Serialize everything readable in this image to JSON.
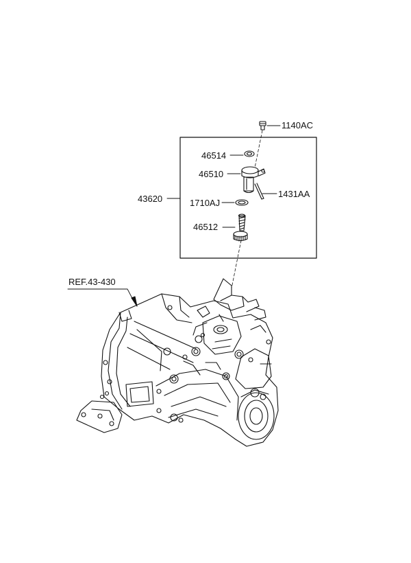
{
  "diagram": {
    "callouts": {
      "c1140AC": "1140AC",
      "c46514": "46514",
      "c46510": "46510",
      "c1431AA": "1431AA",
      "c43620": "43620",
      "c1710AJ": "1710AJ",
      "c46512": "46512",
      "ref": "REF.43-430"
    },
    "colors": {
      "line": "#111111",
      "background": "#ffffff"
    },
    "parts": [
      "bolt-1140AC",
      "o-ring-46514",
      "sensor-body-46510",
      "pin-1431AA",
      "o-ring-1710AJ",
      "driven-gear-46512",
      "transaxle-assembly"
    ]
  }
}
